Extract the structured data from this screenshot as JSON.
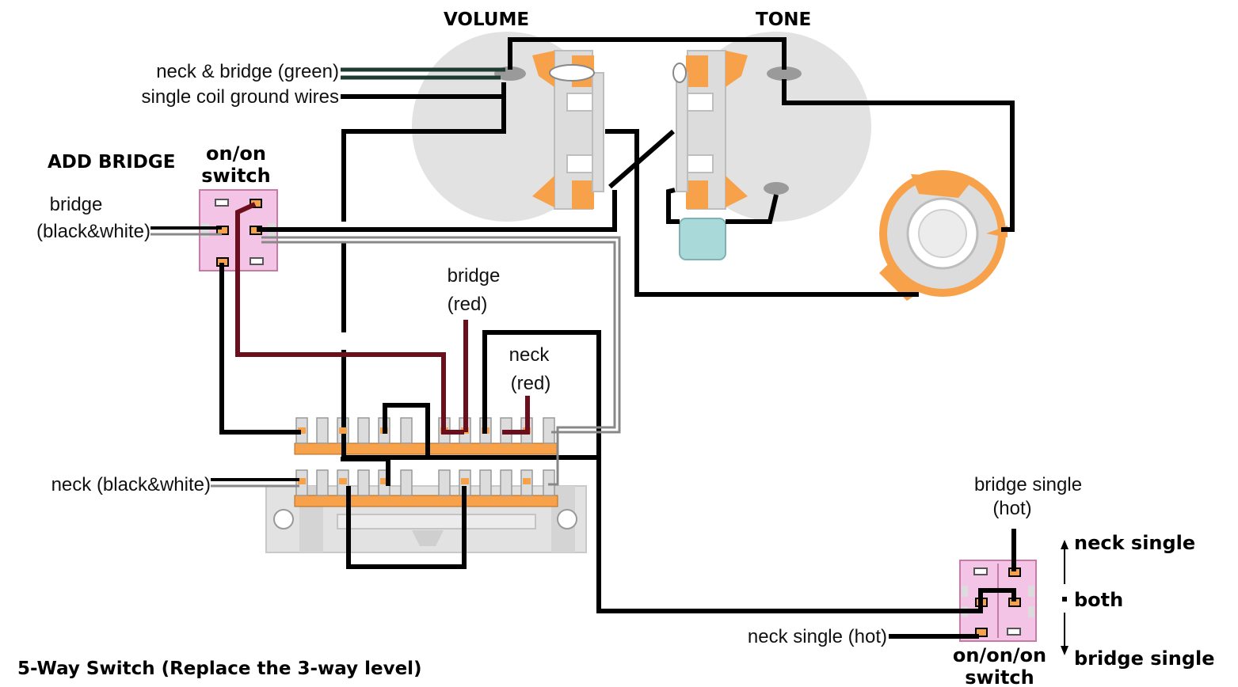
{
  "labels": {
    "volume": "VOLUME",
    "tone": "TONE",
    "neck_bridge_green": "neck & bridge (green)",
    "single_coil_ground": "single coil ground wires",
    "add_bridge": "ADD BRIDGE",
    "onon_line1": "on/on",
    "onon_line2": "switch",
    "bridge_bw_line1": "bridge",
    "bridge_bw_line2": "(black&white)",
    "bridge_red_line1": "bridge",
    "bridge_red_line2": "(red)",
    "neck_red_line1": "neck",
    "neck_red_line2": "(red)",
    "neck_bw": "neck (black&white)",
    "bridge_single_line1": "bridge single",
    "bridge_single_line2": "(hot)",
    "neck_single_hot": "neck single (hot)",
    "ononon_line1": "on/on/on",
    "ononon_line2": "switch",
    "pos_neck_single": "neck single",
    "pos_both": "both",
    "pos_bridge_single": "bridge single",
    "five_way_title": "5-Way Switch (Replace the 3-way level)"
  },
  "colors": {
    "wire_black": "#000000",
    "wire_red": "#6b0f1f",
    "wire_green": "#1e3b30",
    "pot_body": "#e2e2e2",
    "lug_orange": "#f7a24a",
    "switch_pink": "#f3c4e6",
    "capacitor": "#a9d9d9"
  }
}
